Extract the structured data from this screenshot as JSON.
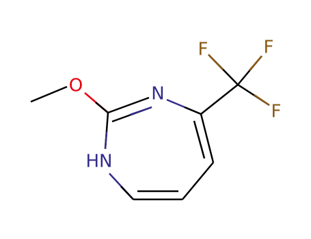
{
  "molecule": {
    "atoms": {
      "oxygen": {
        "label": "O",
        "color": "#e8000d"
      },
      "ring_nitrogen": {
        "label": "N",
        "color": "#332b8c"
      },
      "amine_nitrogen": {
        "label": "HN",
        "color": "#332b8c"
      },
      "fluorine_left": {
        "label": "F",
        "color": "#8a5a14"
      },
      "fluorine_right": {
        "label": "F",
        "color": "#8a5a14"
      },
      "fluorine_lower": {
        "label": "F",
        "color": "#8a5a14"
      }
    },
    "bond_color": "#000000"
  }
}
